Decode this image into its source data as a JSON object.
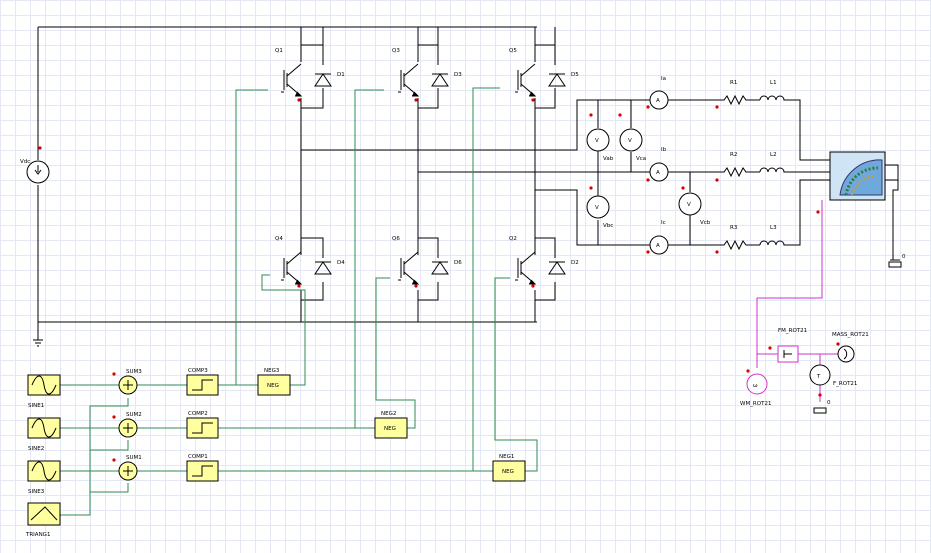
{
  "source": {
    "label": "Vdc"
  },
  "ground_labels": {
    "right": "0",
    "torque": "0"
  },
  "igbts": [
    {
      "id": "Q1",
      "diode": "D1"
    },
    {
      "id": "Q3",
      "diode": "D3"
    },
    {
      "id": "Q5",
      "diode": "D5"
    },
    {
      "id": "Q4",
      "diode": "D4"
    },
    {
      "id": "Q6",
      "diode": "D6"
    },
    {
      "id": "Q2",
      "diode": "D2"
    }
  ],
  "ammeters": [
    "Ia",
    "Ib",
    "Ic"
  ],
  "voltmeters": [
    "Vab",
    "Vca",
    "Vbc",
    "Vcb"
  ],
  "resistors": [
    "R1",
    "R2",
    "R3"
  ],
  "inductors": [
    "L1",
    "L2",
    "L3"
  ],
  "control": {
    "sines": [
      "SINE1",
      "SINE2",
      "SINE3"
    ],
    "triangle": "TRIANG1",
    "summers": [
      "SUM3",
      "SUM2",
      "SUM1"
    ],
    "comparators": [
      "COMP3",
      "COMP2",
      "COMP1"
    ],
    "negators": [
      "NEG3",
      "NEG2",
      "NEG1"
    ],
    "neg_text": "NEG"
  },
  "mechanical": {
    "speed_sensor": "WM_ROT21",
    "speed_meter": "FM_ROT21",
    "mass": "MASS_ROT21",
    "torque": "F_ROT21"
  },
  "colors": {
    "power_wire": "#000000",
    "signal_wire": "#2e8b57",
    "mech_wire": "#cc33cc",
    "block_fill": "#ffffa0",
    "pin_dot": "#dd0000",
    "grid": "#e4e8f4"
  }
}
